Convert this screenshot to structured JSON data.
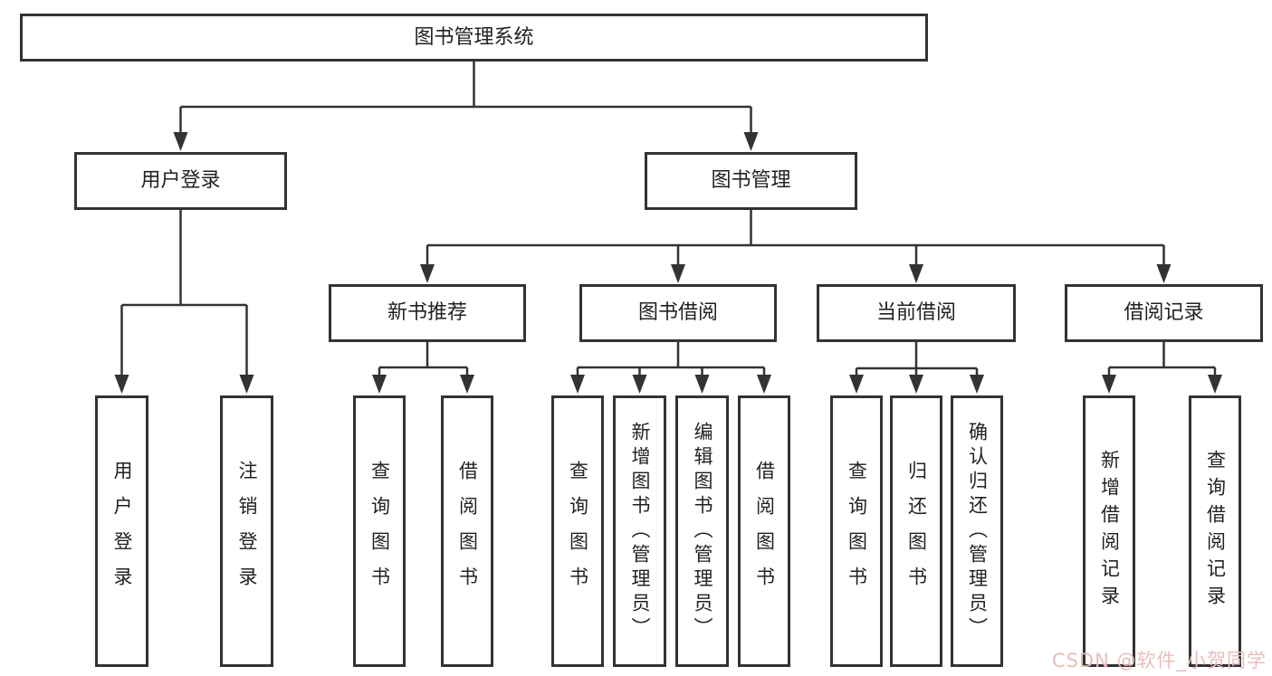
{
  "diagram_title": "图书管理系统",
  "tree": {
    "label": "图书管理系统",
    "children": [
      {
        "label": "用户登录",
        "children": [
          {
            "label": "用户登录"
          },
          {
            "label": "注销登录"
          }
        ]
      },
      {
        "label": "图书管理",
        "children": [
          {
            "label": "新书推荐",
            "children": [
              {
                "label": "查询图书"
              },
              {
                "label": "借阅图书"
              }
            ]
          },
          {
            "label": "图书借阅",
            "children": [
              {
                "label": "查询图书"
              },
              {
                "label": "新增图书（管理员）"
              },
              {
                "label": "编辑图书（管理员）"
              },
              {
                "label": "借阅图书"
              }
            ]
          },
          {
            "label": "当前借阅",
            "children": [
              {
                "label": "查询图书"
              },
              {
                "label": "归还图书"
              },
              {
                "label": "确认归还（管理员）"
              }
            ]
          },
          {
            "label": "借阅记录",
            "children": [
              {
                "label": "新增借阅记录"
              },
              {
                "label": "查询借阅记录"
              }
            ]
          }
        ]
      }
    ]
  },
  "watermark": {
    "text": "CSDN @软件_小贺同学",
    "color": "#E9BDBC"
  },
  "colors": {
    "background": "#FFFFFF",
    "line": "#333333",
    "box_border": "#333333",
    "text": "#222222"
  }
}
